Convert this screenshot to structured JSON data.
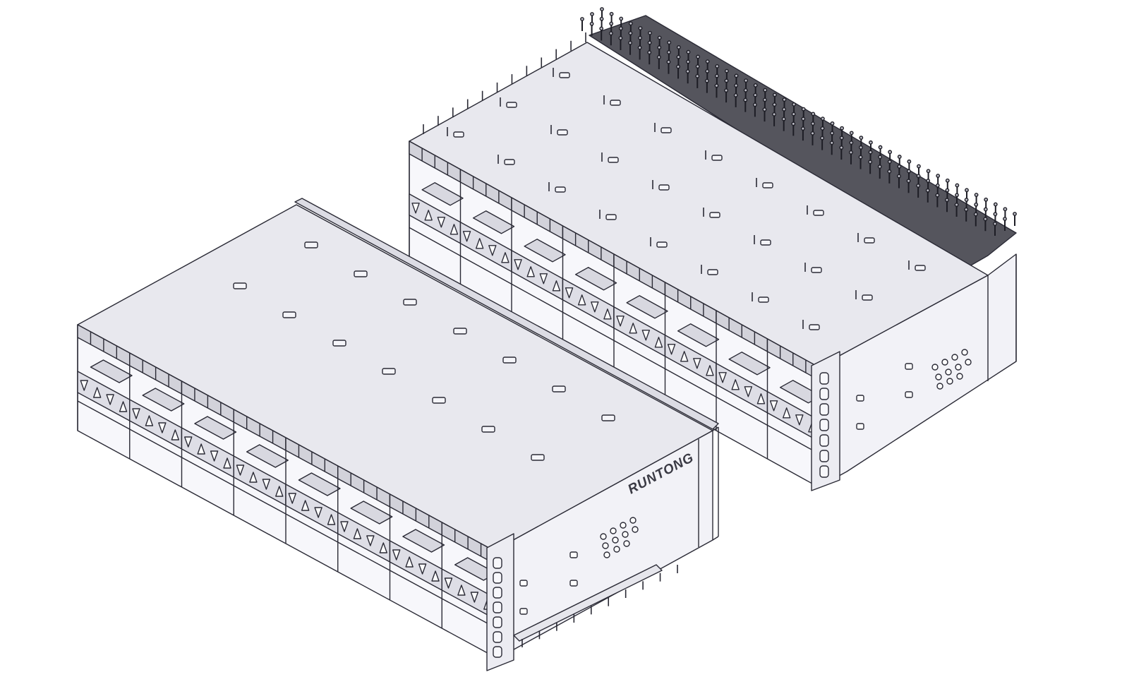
{
  "image": {
    "brand_label": "RUNTONG"
  },
  "palette": {
    "line": "#2a2a35",
    "top_face": "#e8e8ee",
    "front_face": "#f6f6fa",
    "side_face": "#f1f1f6",
    "dark_pins": "#4d4d55",
    "tab": "#d2d2da"
  },
  "assemblies": [
    {
      "id": "front-cage",
      "ports_per_row": 8,
      "rows": 2,
      "view": "top-front"
    },
    {
      "id": "rear-cage",
      "ports_per_row": 8,
      "rows": 2,
      "view": "top-front-with-press-fit-pins"
    }
  ]
}
